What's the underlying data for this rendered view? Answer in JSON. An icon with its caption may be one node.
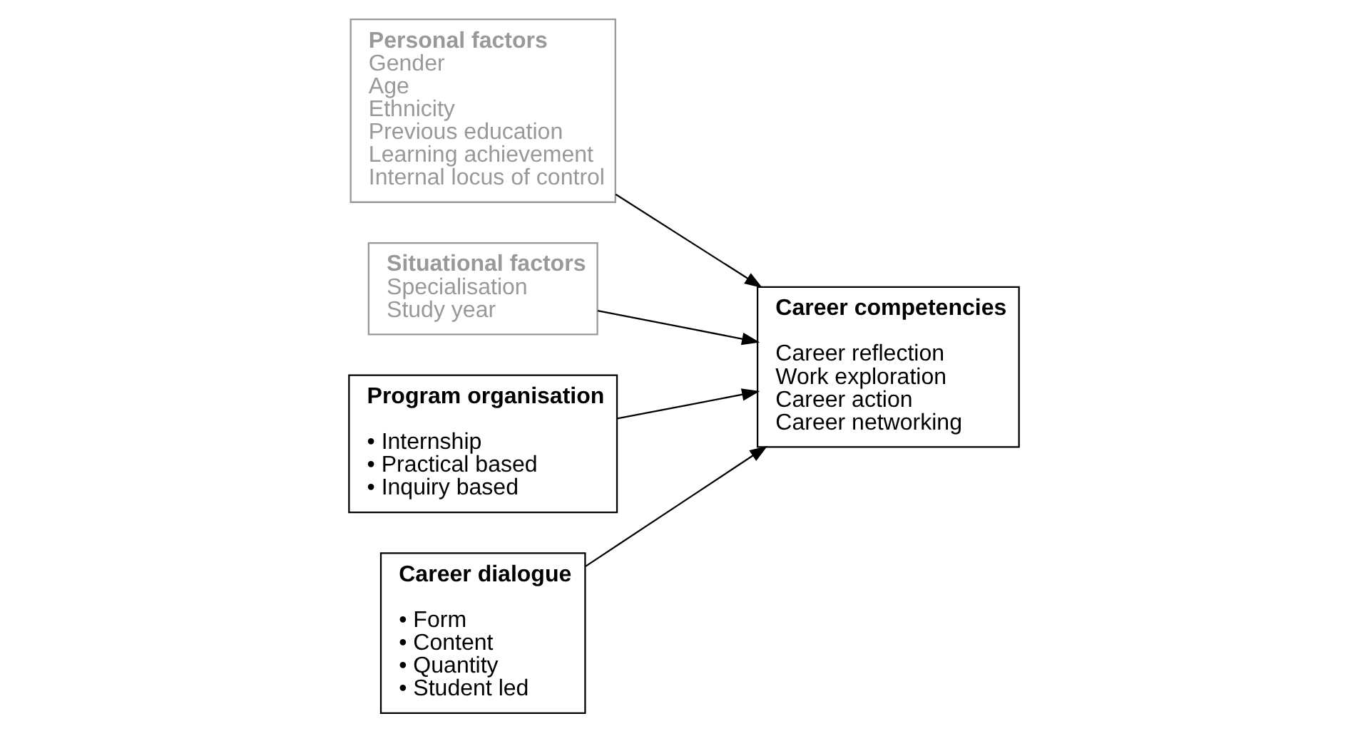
{
  "diagram": {
    "nodes": [
      {
        "text": [
          "Personal factors",
          "Gender",
          "Age",
          "Ethnicity",
          "Previous education",
          "Learning achievement",
          "Internal locus of control"
        ]
      },
      {
        "text": [
          "Situational factors",
          "Specialisation",
          "Study year"
        ]
      },
      {
        "text": [
          "Program organisation",
          "• Internship",
          "• Practical based",
          "• Inquiry based"
        ]
      },
      {
        "text": [
          "Career dialogue",
          "• Form",
          "• Content",
          "• Quantity",
          "• Student led"
        ]
      },
      {
        "text": [
          "Career competencies",
          "Career reflection",
          "Work exploration",
          "Career action",
          "Career networking"
        ]
      }
    ],
    "edges": [
      {
        "from": 0,
        "to": 4,
        "arrow": "to"
      },
      {
        "from": 1,
        "to": 4,
        "arrow": "to"
      },
      {
        "from": 2,
        "to": 4,
        "arrow": "to"
      },
      {
        "from": 3,
        "to": 4,
        "arrow": "to"
      }
    ]
  }
}
